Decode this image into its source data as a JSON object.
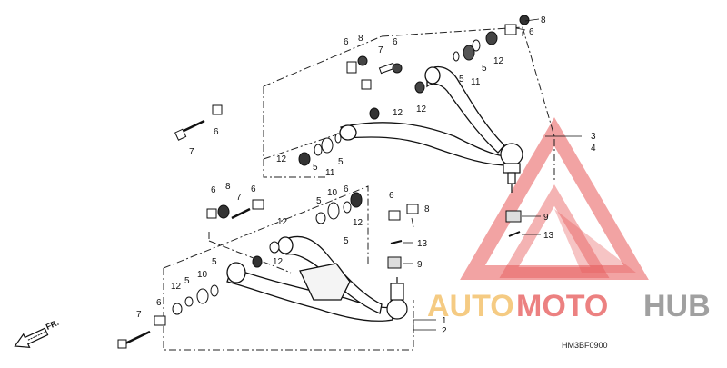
{
  "watermark": {
    "brand_part1": "AUTO",
    "brand_part2": "MOTO",
    "brand_part3": "HUB",
    "colors": {
      "red": "#e23a3a",
      "orange": "#f0b34a",
      "gray": "#6b6b6b"
    }
  },
  "diagram_code": "HM3BF0900",
  "front_marker": "FR.",
  "callouts": {
    "c8_top": "8",
    "c6_top": "6",
    "c6_a": "6",
    "c8_a": "8",
    "c7_a": "7",
    "c6_b": "6",
    "c12_a": "12",
    "c5_a": "5",
    "c11_a": "11",
    "c5_b": "5",
    "c12_b": "12",
    "c12_c": "12",
    "c6_left": "6",
    "c7_left": "7",
    "c12_mid": "12",
    "c5_mid": "5",
    "c11_mid": "11",
    "c3": "3",
    "c4": "4",
    "c6_l2": "6",
    "c8_l2": "8",
    "c7_l2": "7",
    "c6_l3": "6",
    "c5_low": "5",
    "c10_low": "10",
    "c6_low": "6",
    "c12_low": "12",
    "c5_low2": "5",
    "c12_low2": "12",
    "c6_r": "6",
    "c8_r": "8",
    "c9_a": "9",
    "c13_a": "13",
    "c13_b": "13",
    "c9_b": "9",
    "c12_bl": "12",
    "c5_bl": "5",
    "c10_bl": "10",
    "c5_bl2": "5",
    "c12_bl2": "12",
    "c6_bot": "6",
    "c7_bot": "7",
    "c1": "1",
    "c2": "2"
  }
}
